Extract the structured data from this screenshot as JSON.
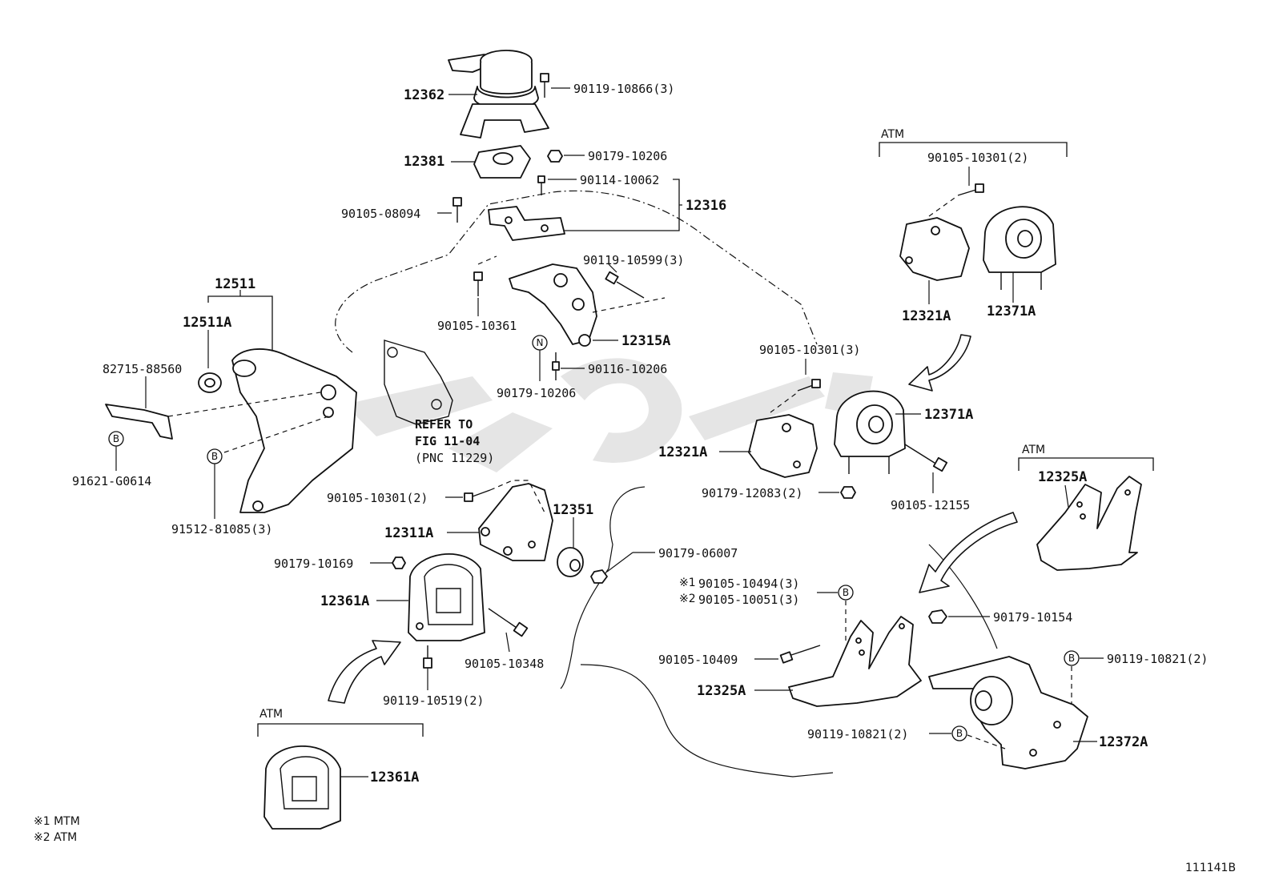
{
  "labels": {
    "p12362": "12362",
    "p12381": "12381",
    "p12316": "12316",
    "p12511": "12511",
    "p12511A": "12511A",
    "p12315A": "12315A",
    "p12351": "12351",
    "p12311A": "12311A",
    "p12361A_main": "12361A",
    "p12361A_atm": "12361A",
    "p12321A_top": "12321A",
    "p12371A_top": "12371A",
    "p12371A_mid": "12371A",
    "p12321A_mid": "12321A",
    "p12325A_atm": "12325A",
    "p12325A_mid": "12325A",
    "p12372A": "12372A",
    "b90119_10866": "90119-10866(3)",
    "b90179_10206_top": "90179-10206",
    "b90114_10062": "90114-10062",
    "b90105_08094": "90105-08094",
    "b90119_10599": "90119-10599(3)",
    "b90105_10361": "90105-10361",
    "b90116_10206": "90116-10206",
    "b90179_10206_low": "90179-10206",
    "b82715_88560": "82715-88560",
    "b91621_G0614": "91621-G0614",
    "b91512_81085": "91512-81085(3)",
    "b90105_10301_left": "90105-10301(2)",
    "b90179_10169": "90179-10169",
    "b90179_06007": "90179-06007",
    "b90105_10348": "90105-10348",
    "b90119_10519": "90119-10519(2)",
    "b90105_10301_top": "90105-10301(2)",
    "b90105_10301_mid": "90105-10301(3)",
    "b90179_12083": "90179-12083(2)",
    "b90105_12155": "90105-12155",
    "b90105_10494": "90105-10494(3)",
    "b90105_10051": "90105-10051(3)",
    "b90105_10409": "90105-10409",
    "b90179_10154": "90179-10154",
    "b90119_10821_right": "90119-10821(2)",
    "b90119_10821_left": "90119-10821(2)",
    "note1": "※1",
    "note2": "※2"
  },
  "refer": {
    "line1": "REFER TO",
    "line2": "FIG 11-04",
    "line3": "(PNC 11229)"
  },
  "groups": {
    "atm_top_right": "ATM",
    "atm_mid_right": "ATM",
    "atm_bottom_left": "ATM"
  },
  "callouts": {
    "b": "B",
    "n": "N"
  },
  "legend": {
    "line1": "※1 MTM",
    "line2": "※2 ATM"
  },
  "figure_id": "111141B"
}
